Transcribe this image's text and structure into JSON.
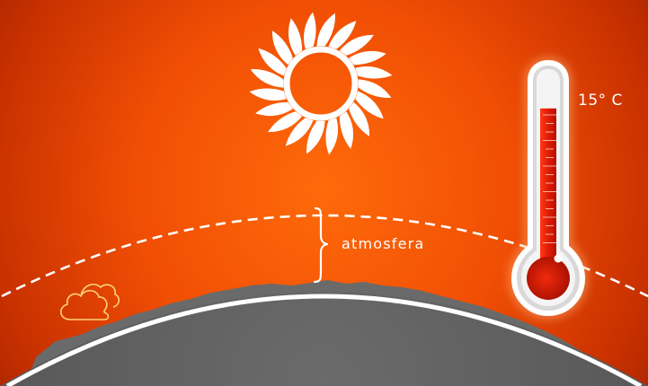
{
  "labels": {
    "atmosphere": "atmosfera",
    "temperature": "15° C"
  },
  "icons": [
    "sun-icon",
    "cloud-icon",
    "thermometer-icon",
    "brace-icon"
  ],
  "colors": {
    "background_center": "#ff6a0a",
    "background_edge": "#b02400",
    "planet": "#5e5e5e",
    "planet_rim": "#ffffff",
    "sun": "#ffffff",
    "thermometer_fill": "#e31d0a",
    "cloud_outline": "#ffd27a"
  },
  "thermometer": {
    "level": 0.85
  }
}
